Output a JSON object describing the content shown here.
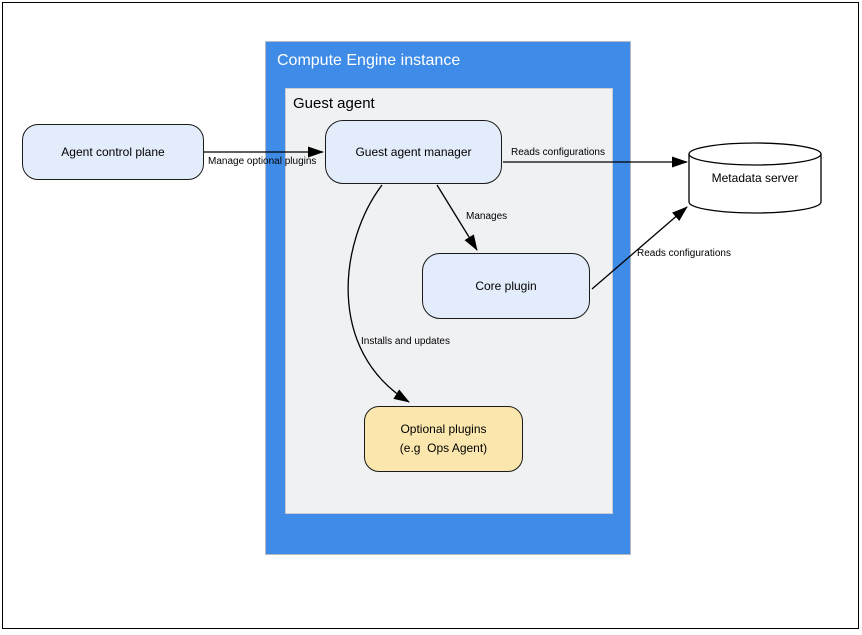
{
  "containers": {
    "compute_engine": {
      "label": "Compute Engine instance"
    },
    "guest_agent": {
      "label": "Guest agent"
    }
  },
  "nodes": {
    "agent_control_plane": {
      "label": "Agent control plane"
    },
    "guest_agent_manager": {
      "label": "Guest agent manager"
    },
    "core_plugin": {
      "label": "Core plugin"
    },
    "optional_plugins": {
      "line1": "Optional plugins",
      "line2": "(e.g  Ops Agent)"
    },
    "metadata_server": {
      "label": "Metadata server"
    }
  },
  "edges": {
    "manage_optional_plugins": {
      "label": "Manage optional plugins"
    },
    "manager_reads_configurations": {
      "label": "Reads configurations"
    },
    "manages": {
      "label": "Manages"
    },
    "installs_and_updates": {
      "label": "Installs and updates"
    },
    "core_reads_configurations": {
      "label": "Reads configurations"
    }
  },
  "colors": {
    "container_blue": "#3e8be8",
    "container_gray_fill": "#f0f1f3",
    "container_gray_border": "#c9ccd1",
    "node_blue_fill": "#e3ecfb",
    "node_yellow_fill": "#fbe7ae",
    "node_border": "#1a1a1a",
    "edge_black": "#000000",
    "cylinder_fill": "#ffffff",
    "title_text_white": "#ffffff",
    "text_black": "#000000"
  }
}
